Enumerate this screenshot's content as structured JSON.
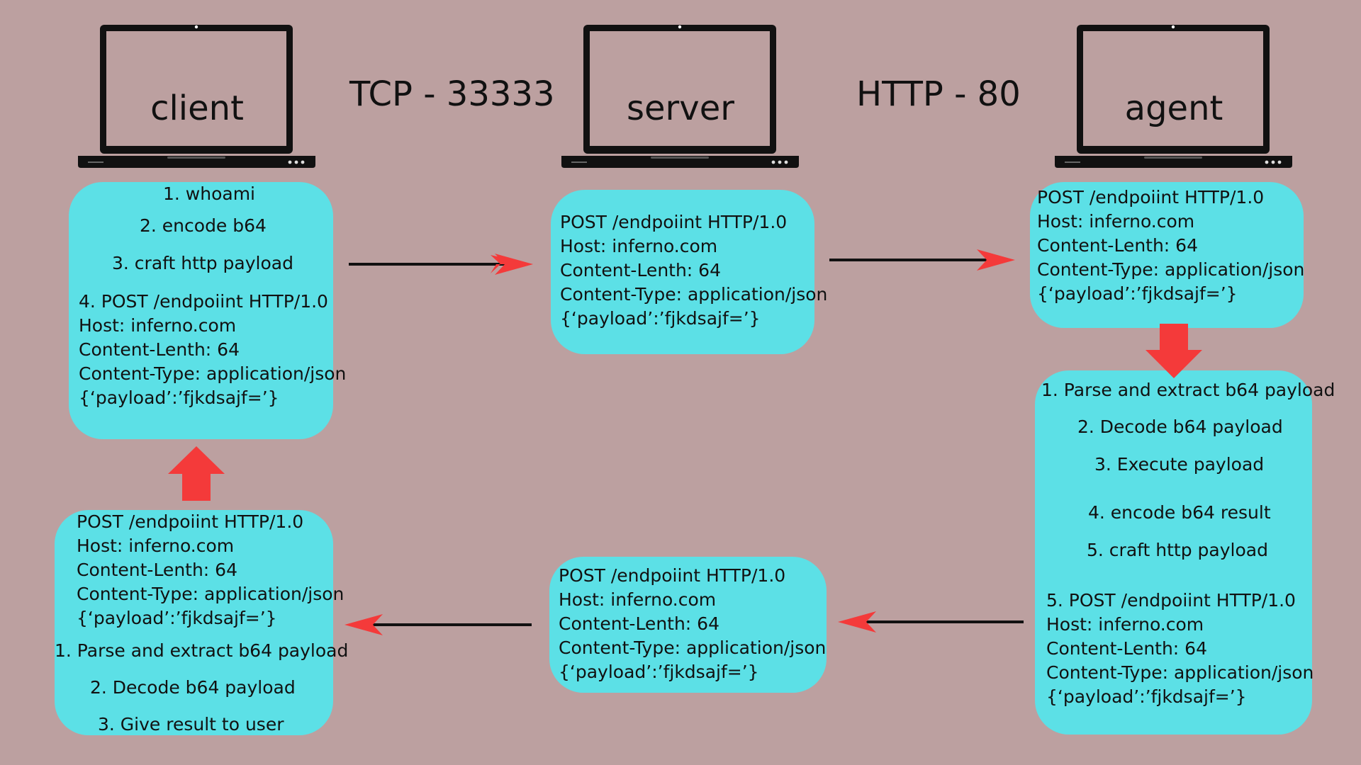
{
  "nodes": {
    "client": "client",
    "server": "server",
    "agent": "agent"
  },
  "protocols": {
    "client_server": "TCP - 33333",
    "server_agent": "HTTP - 80"
  },
  "client_request_box": {
    "step1": "1. whoami",
    "step2": "2. encode b64",
    "step3": "3.  craft http payload",
    "step4": "4. POST /endpoiint HTTP/1.0",
    "host": "Host: inferno.com",
    "length": "Content-Lenth: 64",
    "type": "Content-Type: application/json",
    "payload": "{‘payload’:’fjkdsajf=’}"
  },
  "server_request_box": {
    "request": "POST /endpoiint HTTP/1.0",
    "host": "Host: inferno.com",
    "length": "Content-Lenth: 64",
    "type": "Content-Type: application/json",
    "payload": "{‘payload’:’fjkdsajf=’}"
  },
  "agent_request_box": {
    "request": "POST /endpoiint HTTP/1.0",
    "host": "Host: inferno.com",
    "length": "Content-Lenth: 64",
    "type": "Content-Type: application/json",
    "payload": "{‘payload’:’fjkdsajf=’}"
  },
  "agent_process_box": {
    "step1": "1. Parse and extract b64 payload",
    "step2": "2. Decode b64 payload",
    "step3": "3. Execute payload",
    "step4": "4. encode b64 result",
    "step5": "5.  craft http payload",
    "step6": "5. POST /endpoiint HTTP/1.0",
    "host": "Host: inferno.com",
    "length": "Content-Lenth: 64",
    "type": "Content-Type: application/json",
    "payload": "{‘payload’:’fjkdsajf=’}"
  },
  "server_response_box": {
    "request": "POST /endpoiint HTTP/1.0",
    "host": "Host: inferno.com",
    "length": "Content-Lenth: 64",
    "type": "Content-Type: application/json",
    "payload": "{‘payload’:’fjkdsajf=’}"
  },
  "client_response_box": {
    "request": "POST /endpoiint HTTP/1.0",
    "host": "Host: inferno.com",
    "length": "Content-Lenth: 64",
    "type": "Content-Type: application/json",
    "payload": "{‘payload’:’fjkdsajf=’}",
    "step1": "1. Parse and extract b64 payload",
    "step2": "2. Decode b64 payload",
    "step3": "3. Give result to user"
  },
  "colors": {
    "background": "#bca0a0",
    "box": "#5ce0e6",
    "arrow_head": "#f43a3a",
    "laptop": "#111111"
  }
}
